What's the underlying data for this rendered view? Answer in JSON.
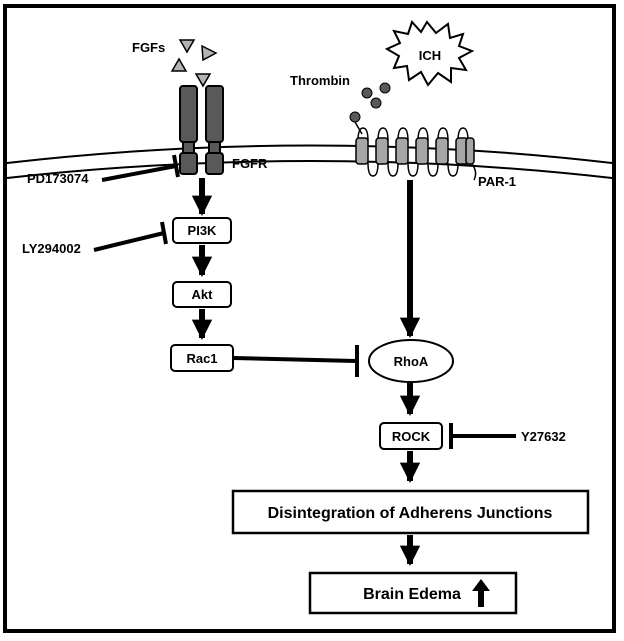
{
  "ligands": {
    "fgfs": "FGFs",
    "thrombin": "Thrombin"
  },
  "event": {
    "ich": "ICH"
  },
  "receptors": {
    "fgfr": "FGFR",
    "par1": "PAR-1"
  },
  "inhibitors": {
    "pd": "PD173074",
    "ly": "LY294002",
    "y27": "Y27632"
  },
  "nodes": {
    "pi3k": "PI3K",
    "akt": "Akt",
    "rac1": "Rac1",
    "rhoa": "RhoA",
    "rock": "ROCK"
  },
  "outcomes": {
    "disintegration": "Disintegration of Adherens Junctions",
    "edema": "Brain Edema"
  },
  "colors": {
    "receptor_fill": "#595959",
    "ligand_fill": "#b3b3b3",
    "thrombin_fill": "#595959",
    "par_fill": "#a6a6a6"
  },
  "icons": {
    "edema_up": "up-arrow-icon"
  }
}
